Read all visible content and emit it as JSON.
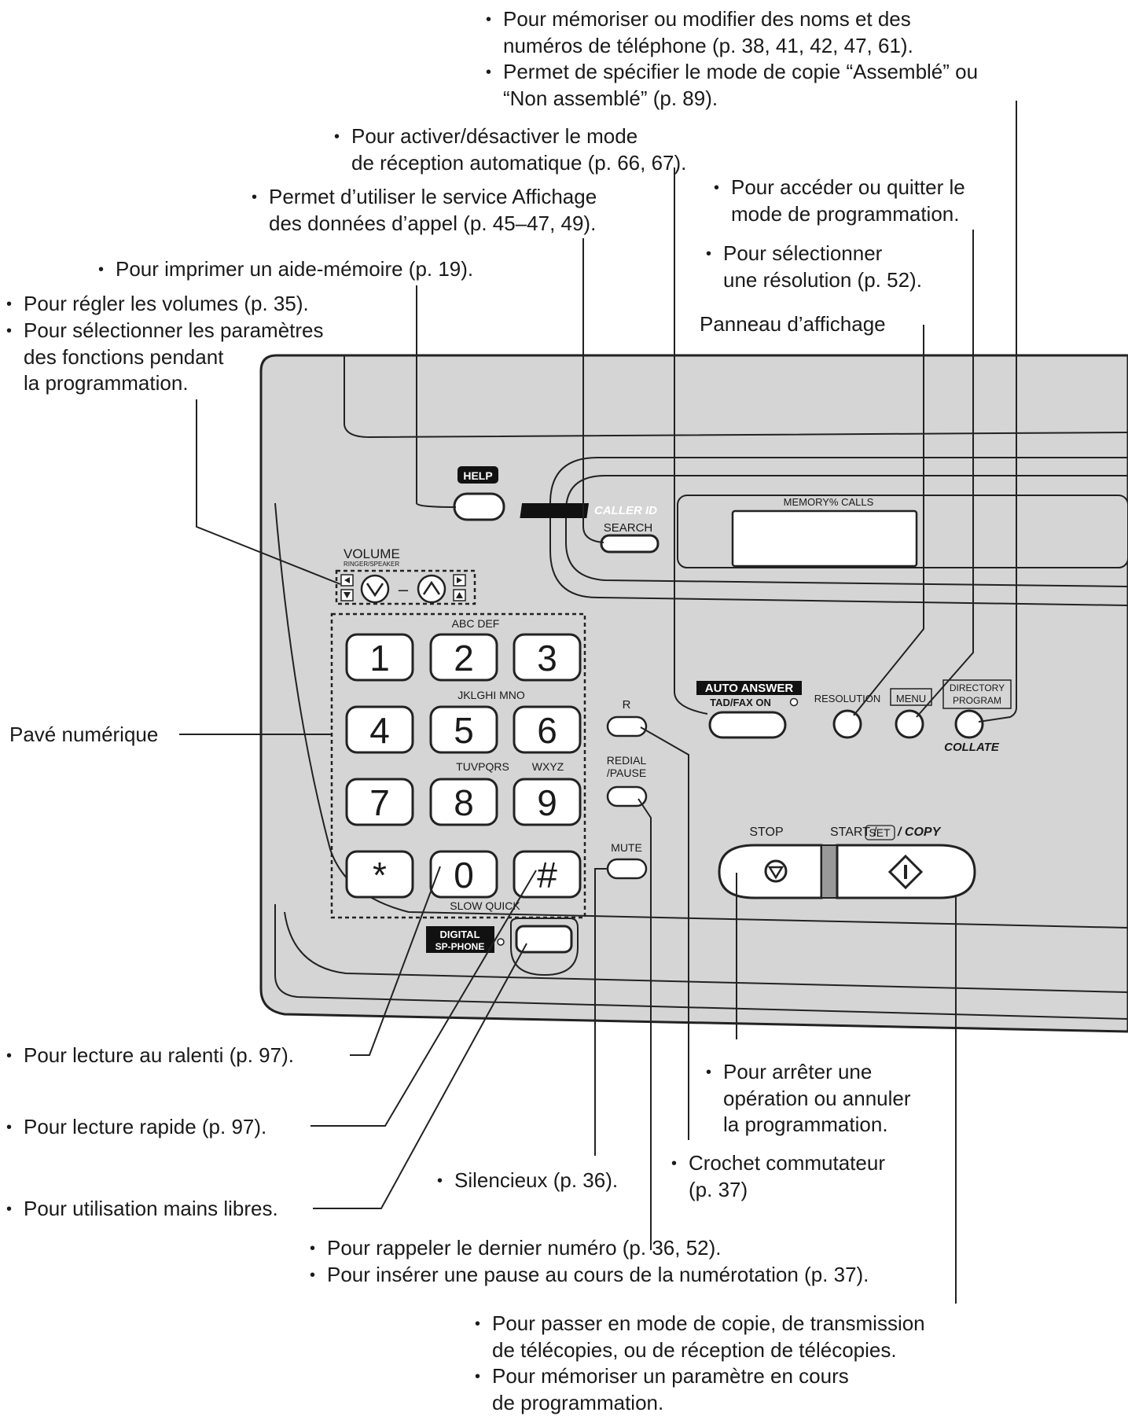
{
  "callouts": {
    "directory": [
      "Pour mémoriser ou modifier des noms et des",
      "numéros de téléphone (p. 38, 41, 42, 47, 61).",
      "Permet de spécifier le mode de copie “Assemblé” ou",
      "“Non assemblé” (p. 89)."
    ],
    "auto_answer": [
      "Pour activer/désactiver le mode",
      "de réception automatique (p. 66, 67)."
    ],
    "caller_id": [
      "Permet d’utiliser le service Affichage",
      "des données d’appel (p. 45–47, 49)."
    ],
    "menu": [
      "Pour accéder ou quitter le",
      "mode de programmation."
    ],
    "help": [
      "Pour imprimer un aide-mémoire (p. 19)."
    ],
    "resolution": [
      "Pour sélectionner",
      "une résolution (p. 52)."
    ],
    "volume": [
      "Pour régler les volumes (p. 35).",
      "Pour sélectionner les paramètres",
      "des fonctions pendant",
      "la programmation."
    ],
    "display": "Panneau d’affichage",
    "keypad": "Pavé numérique",
    "slow": "Pour lecture au ralenti (p. 97).",
    "quick": "Pour lecture rapide (p. 97).",
    "handsfree": "Pour utilisation mains libres.",
    "mute": "Silencieux (p. 36).",
    "stop": [
      "Pour arrêter une",
      "opération ou annuler",
      "la programmation."
    ],
    "flash": [
      "Crochet commutateur",
      "(p. 37)"
    ],
    "redial": [
      "Pour rappeler le dernier numéro (p. 36, 52).",
      "Pour insérer une pause au cours de la numérotation (p. 37)."
    ],
    "start": [
      "Pour passer en mode de copie, de transmission",
      "de télécopies, ou de réception de télécopies.",
      "Pour mémoriser un paramètre en cours",
      "de programmation."
    ]
  },
  "panel": {
    "help": "HELP",
    "caller_id": "CALLER ID",
    "search": "SEARCH",
    "display_status": "MEMORY% CALLS",
    "volume": "VOLUME",
    "ringer_speaker": "RINGER/SPEAKER",
    "volume_dash": "–",
    "keys": [
      "1",
      "2",
      "3",
      "4",
      "5",
      "6",
      "7",
      "8",
      "9",
      "*",
      "0",
      "#"
    ],
    "key_letters": {
      "top": "ABC DEF",
      "mid": "JKLGHI MNO",
      "low1": "TUVPQRS",
      "low2": "WXYZ",
      "bottom": "SLOW QUICK"
    },
    "r": "R",
    "redial": "REDIAL",
    "pause": "/PAUSE",
    "mute": "MUTE",
    "digital": "DIGITAL",
    "sp_phone": "SP-PHONE",
    "auto_answer": "AUTO ANSWER",
    "tad_fax_on": "TAD/FAX ON",
    "resolution": "RESOLUTION",
    "menu": "MENU",
    "directory": "DIRECTORY",
    "program": "PROGRAM",
    "collate": "COLLATE",
    "stop": "STOP",
    "start": "START /",
    "set": "SET",
    "copy": "/ COPY"
  }
}
